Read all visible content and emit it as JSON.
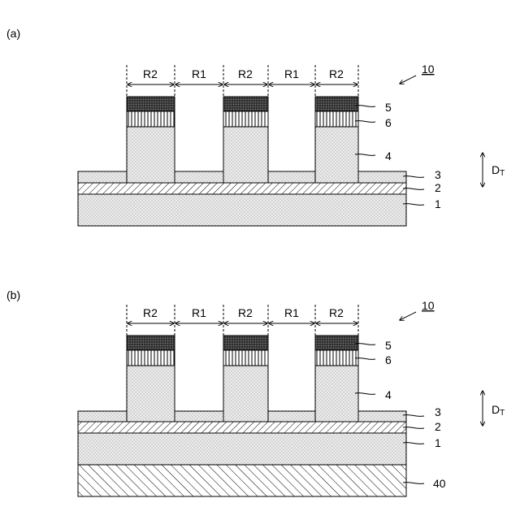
{
  "panels": [
    {
      "label": "(a)",
      "ref_number": "10",
      "regions": [
        "R2",
        "R1",
        "R2",
        "R1",
        "R2"
      ],
      "layer_labels": [
        "5",
        "6",
        "4",
        "3",
        "2",
        "1"
      ],
      "thickness_label": {
        "main": "D",
        "sub": "T"
      }
    },
    {
      "label": "(b)",
      "ref_number": "10",
      "regions": [
        "R2",
        "R1",
        "R2",
        "R1",
        "R2"
      ],
      "layer_labels": [
        "5",
        "6",
        "4",
        "3",
        "2",
        "1",
        "40"
      ],
      "thickness_label": {
        "main": "D",
        "sub": "T"
      }
    }
  ]
}
